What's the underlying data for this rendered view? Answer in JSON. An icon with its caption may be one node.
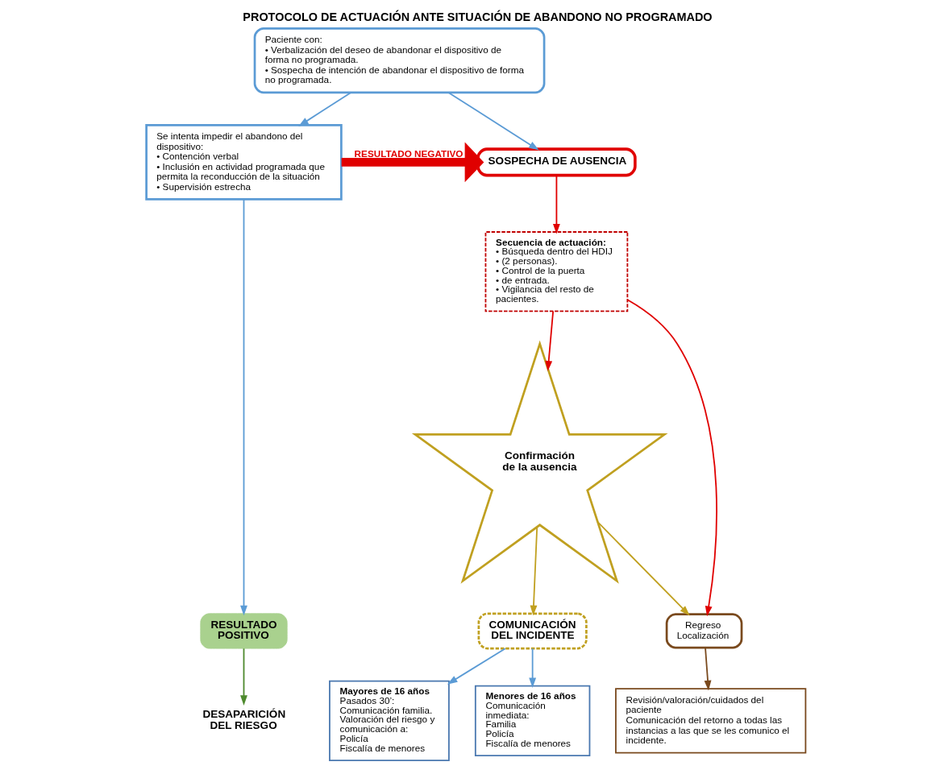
{
  "diagram": {
    "title": "PROTOCOLO DE ACTUACIÓN ANTE SITUACIÓN DE ABANDONO NO PROGRAMADO",
    "nodes": [
      {
        "text": [
          "Paciente con:",
          "• Verbalización del deseo de abandonar el dispositivo de forma no programada.",
          "• Sospecha de intención de abandonar el dispositivo de forma no programada."
        ]
      },
      {
        "text": [
          "SOSPECHA DE AUSENCIA"
        ]
      },
      {
        "text": [
          "Se intenta impedir el abandono del dispositivo:",
          "• Contención verbal",
          "• Inclusión en actividad programada que permita la reconducción de la situación",
          "• Supervisión estrecha"
        ]
      },
      {
        "text": [
          "Secuencia de actuación:",
          "• Búsqueda dentro del HDIJ",
          "• (2 personas).",
          "• Control de la puerta",
          "• de entrada.",
          "• Vigilancia del resto de pacientes."
        ]
      },
      {
        "text": [
          "Regreso",
          "Localización"
        ]
      },
      {
        "text": [
          "Confirmación de la ausencia"
        ]
      },
      {
        "text": [
          "RESULTADO POSITIVO"
        ]
      },
      {
        "text": [
          "DESAPARICIÓN DEL RIESGO"
        ]
      },
      {
        "text": [
          "Revisión/valoración/cuidados del paciente",
          "Comunicación del retorno a todas las instancias a las que se les comunico el incidente."
        ]
      },
      {
        "text": [
          "COMUNICACIÓN DEL INCIDENTE"
        ]
      },
      {
        "text": [
          "Menores de 16 años",
          "Comunicación inmediata:",
          "Familia",
          "Policía",
          "Fiscalía de menores"
        ]
      },
      {
        "text": [
          "Mayores de 16 años",
          "Pasados 30’:",
          "Comunicación familia.",
          "Valoración del riesgo y comunicación a:",
          "Policía",
          "Fiscalía de menores"
        ]
      }
    ],
    "edges": [
      {
        "from": 0,
        "to": 1,
        "arrow": "to"
      },
      {
        "from": 0,
        "to": 2,
        "arrow": "to"
      },
      {
        "from": 2,
        "to": 1,
        "arrow": "to",
        "label": "RESULTADO NEGATIVO",
        "style": "thick",
        "color": "#e00000"
      },
      {
        "from": 1,
        "to": 3,
        "arrow": "to",
        "color": "#e00000"
      },
      {
        "from": 3,
        "to": 4,
        "arrow": "to",
        "color": "#e00000"
      },
      {
        "from": 3,
        "to": 5,
        "arrow": "to",
        "color": "#e00000"
      },
      {
        "from": 5,
        "to": 4,
        "arrow": "to",
        "color": "#c0a020"
      },
      {
        "from": 4,
        "to": 8,
        "arrow": "to",
        "color": "#7a4a1e"
      },
      {
        "from": 2,
        "to": 6,
        "arrow": "to"
      },
      {
        "from": 6,
        "to": 7,
        "arrow": "to",
        "color": "#4e8a2e"
      },
      {
        "from": 5,
        "to": 9,
        "arrow": "to",
        "color": "#c0a020"
      },
      {
        "from": 9,
        "to": 10,
        "arrow": "to"
      },
      {
        "from": 9,
        "to": 11,
        "arrow": "to"
      }
    ]
  }
}
